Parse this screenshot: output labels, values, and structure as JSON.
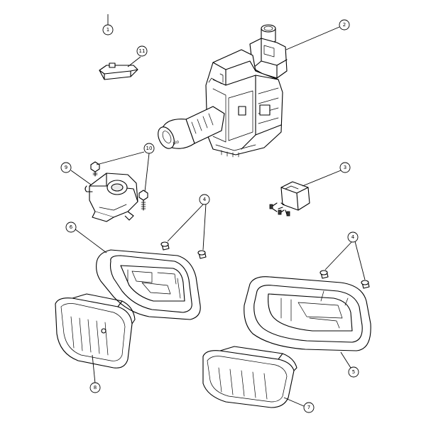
{
  "callouts": {
    "c1": "1",
    "c2": "2",
    "c3": "3",
    "c4a": "4",
    "c4b": "4",
    "c5": "5",
    "c6": "6",
    "c7": "7",
    "c8": "8",
    "c9": "9",
    "c10": "10",
    "c11": "11"
  },
  "stalk_marking": "alo"
}
